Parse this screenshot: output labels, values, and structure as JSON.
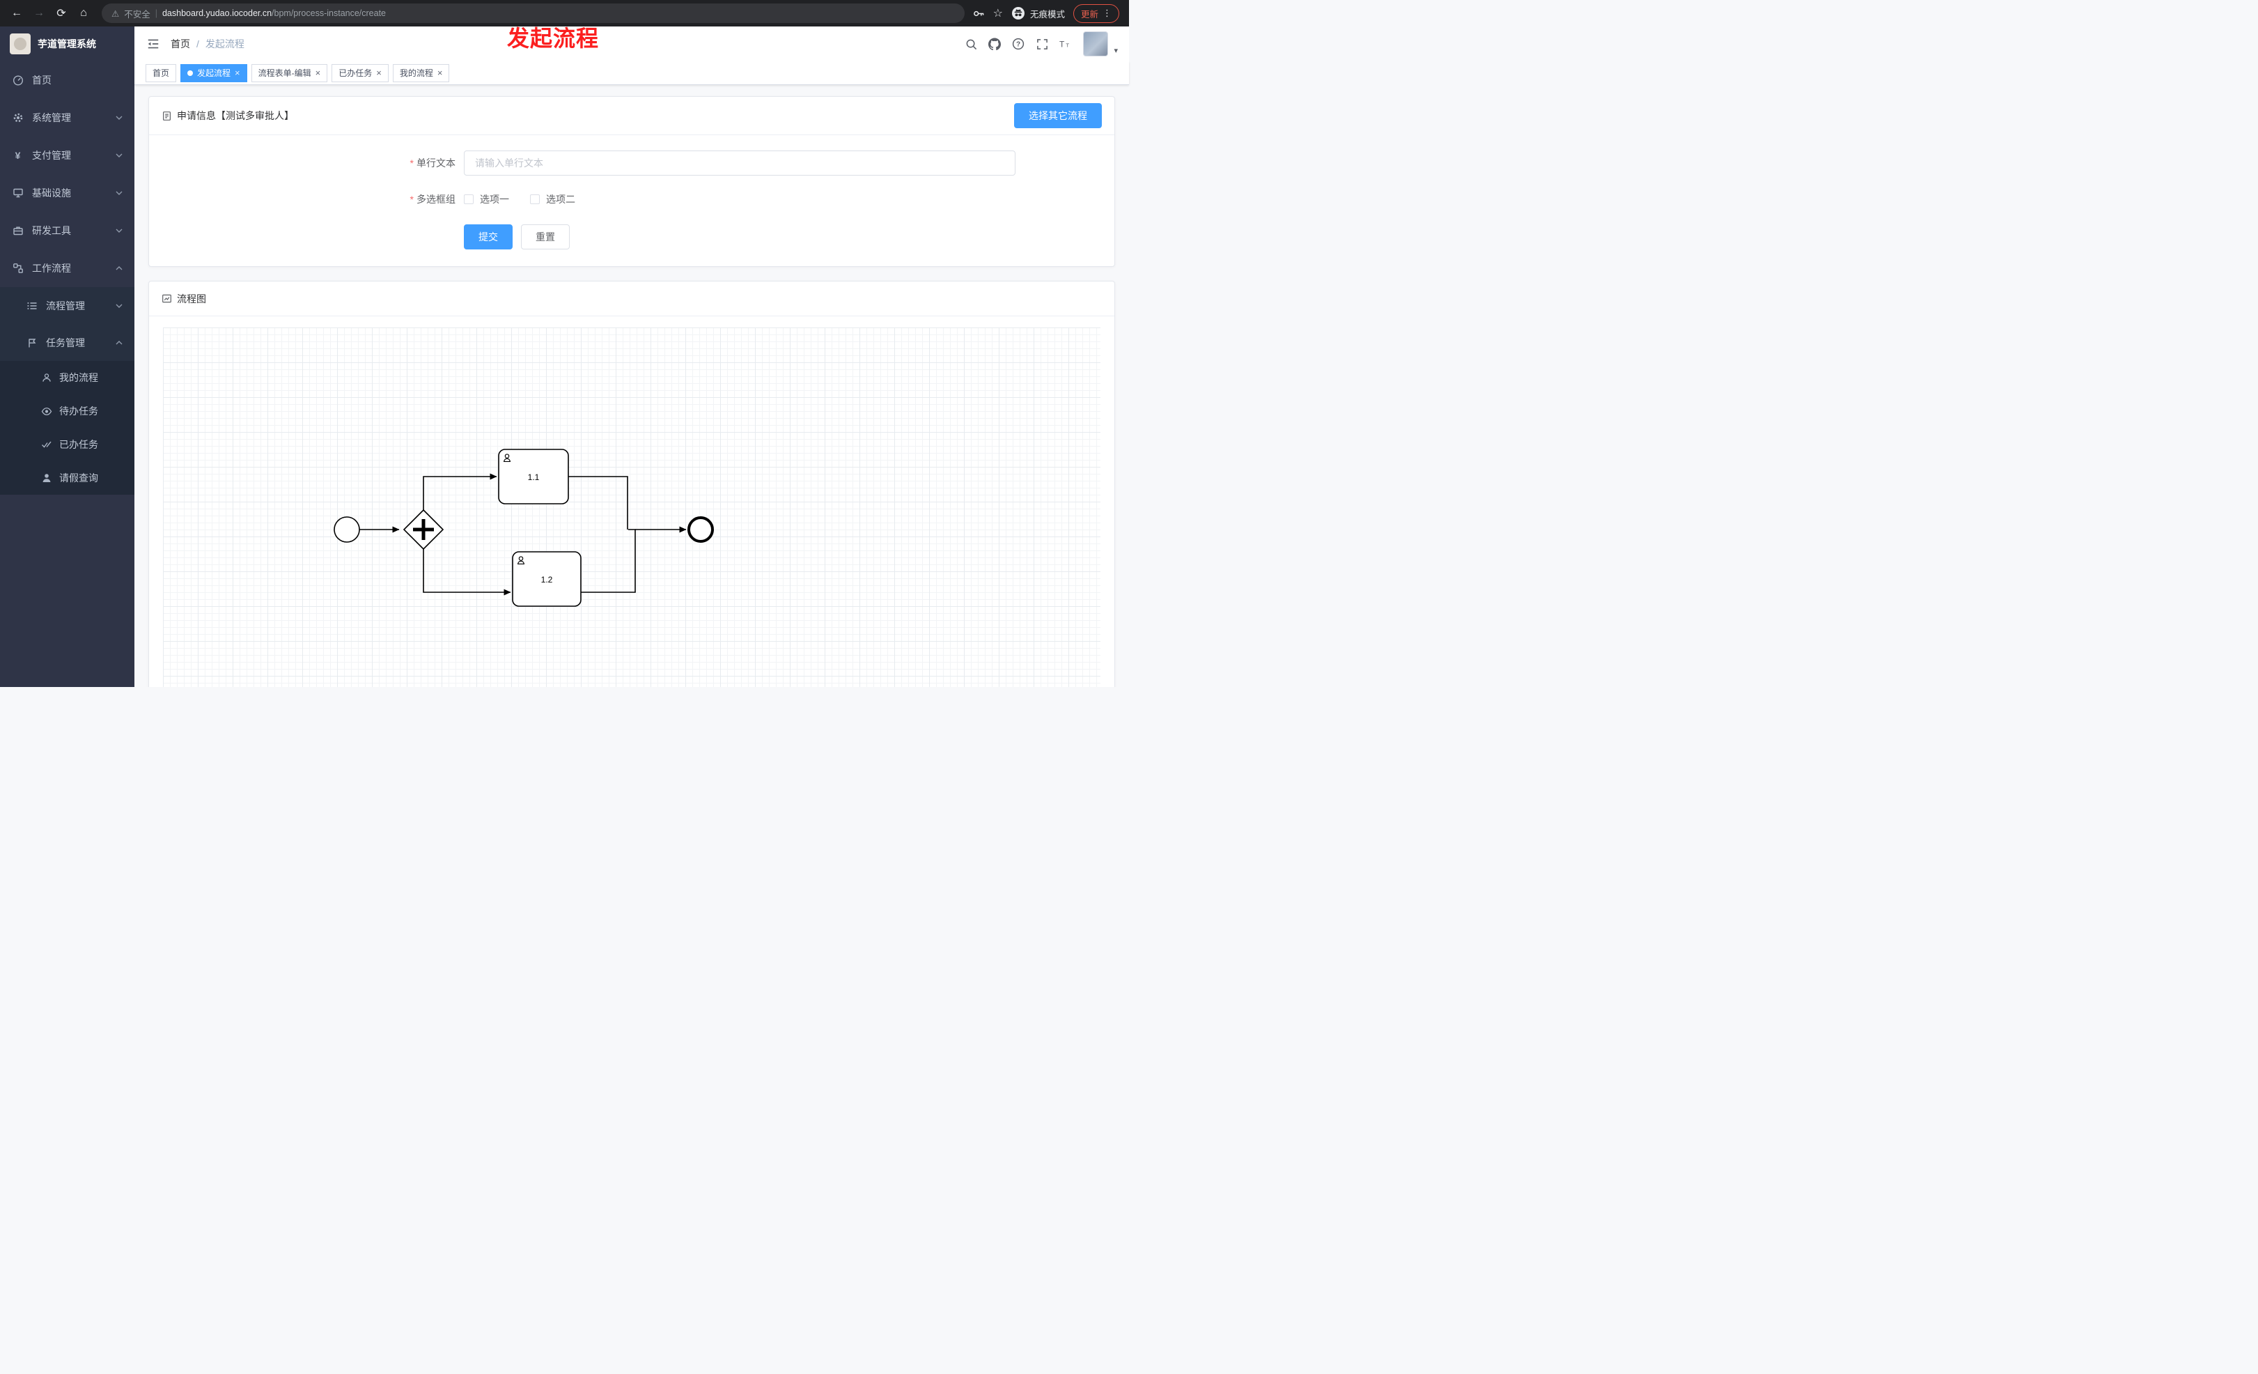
{
  "colors": {
    "accent": "#409eff",
    "sidebar_bg": "#2f3447",
    "annotation_red": "#fb1f1f"
  },
  "glyphs": {
    "back": "←",
    "forward": "→",
    "reload": "⟳",
    "home": "⌂",
    "star": "☆",
    "warning": "⚠",
    "separator": "|",
    "dots_vertical": "⋮",
    "close": "×",
    "caret_down": "▾"
  },
  "browser": {
    "security_label": "不安全",
    "url_domain": "dashboard.yudao.iocoder.cn",
    "url_path": "/bpm/process-instance/create",
    "incognito_label": "无痕模式",
    "update_label": "更新"
  },
  "sidebar": {
    "logo_title": "芋道管理系统",
    "items": [
      {
        "label": "首页"
      },
      {
        "label": "系统管理"
      },
      {
        "label": "支付管理"
      },
      {
        "label": "基础设施"
      },
      {
        "label": "研发工具"
      },
      {
        "label": "工作流程"
      }
    ],
    "submenu": [
      {
        "label": "流程管理"
      },
      {
        "label": "任务管理"
      }
    ],
    "task_items": [
      {
        "label": "我的流程"
      },
      {
        "label": "待办任务"
      },
      {
        "label": "已办任务"
      },
      {
        "label": "请假查询"
      }
    ]
  },
  "navbar": {
    "breadcrumb_home": "首页",
    "breadcrumb_sep": "/",
    "breadcrumb_current": "发起流程"
  },
  "annotation": {
    "text": "发起流程"
  },
  "tabs": [
    {
      "label": "首页"
    },
    {
      "label": "发起流程"
    },
    {
      "label": "流程表单-编辑"
    },
    {
      "label": "已办任务"
    },
    {
      "label": "我的流程"
    }
  ],
  "form_card": {
    "title": "申请信息【测试多审批人】",
    "select_other_label": "选择其它流程",
    "required_mark": "*",
    "field1_label": "单行文本",
    "field1_placeholder": "请输入单行文本",
    "field1_value": "",
    "field2_label": "多选框组",
    "option1": "选项一",
    "option2": "选项二",
    "submit_label": "提交",
    "reset_label": "重置"
  },
  "diagram_card": {
    "title": "流程图",
    "node1_label": "1.1",
    "node2_label": "1.2"
  }
}
